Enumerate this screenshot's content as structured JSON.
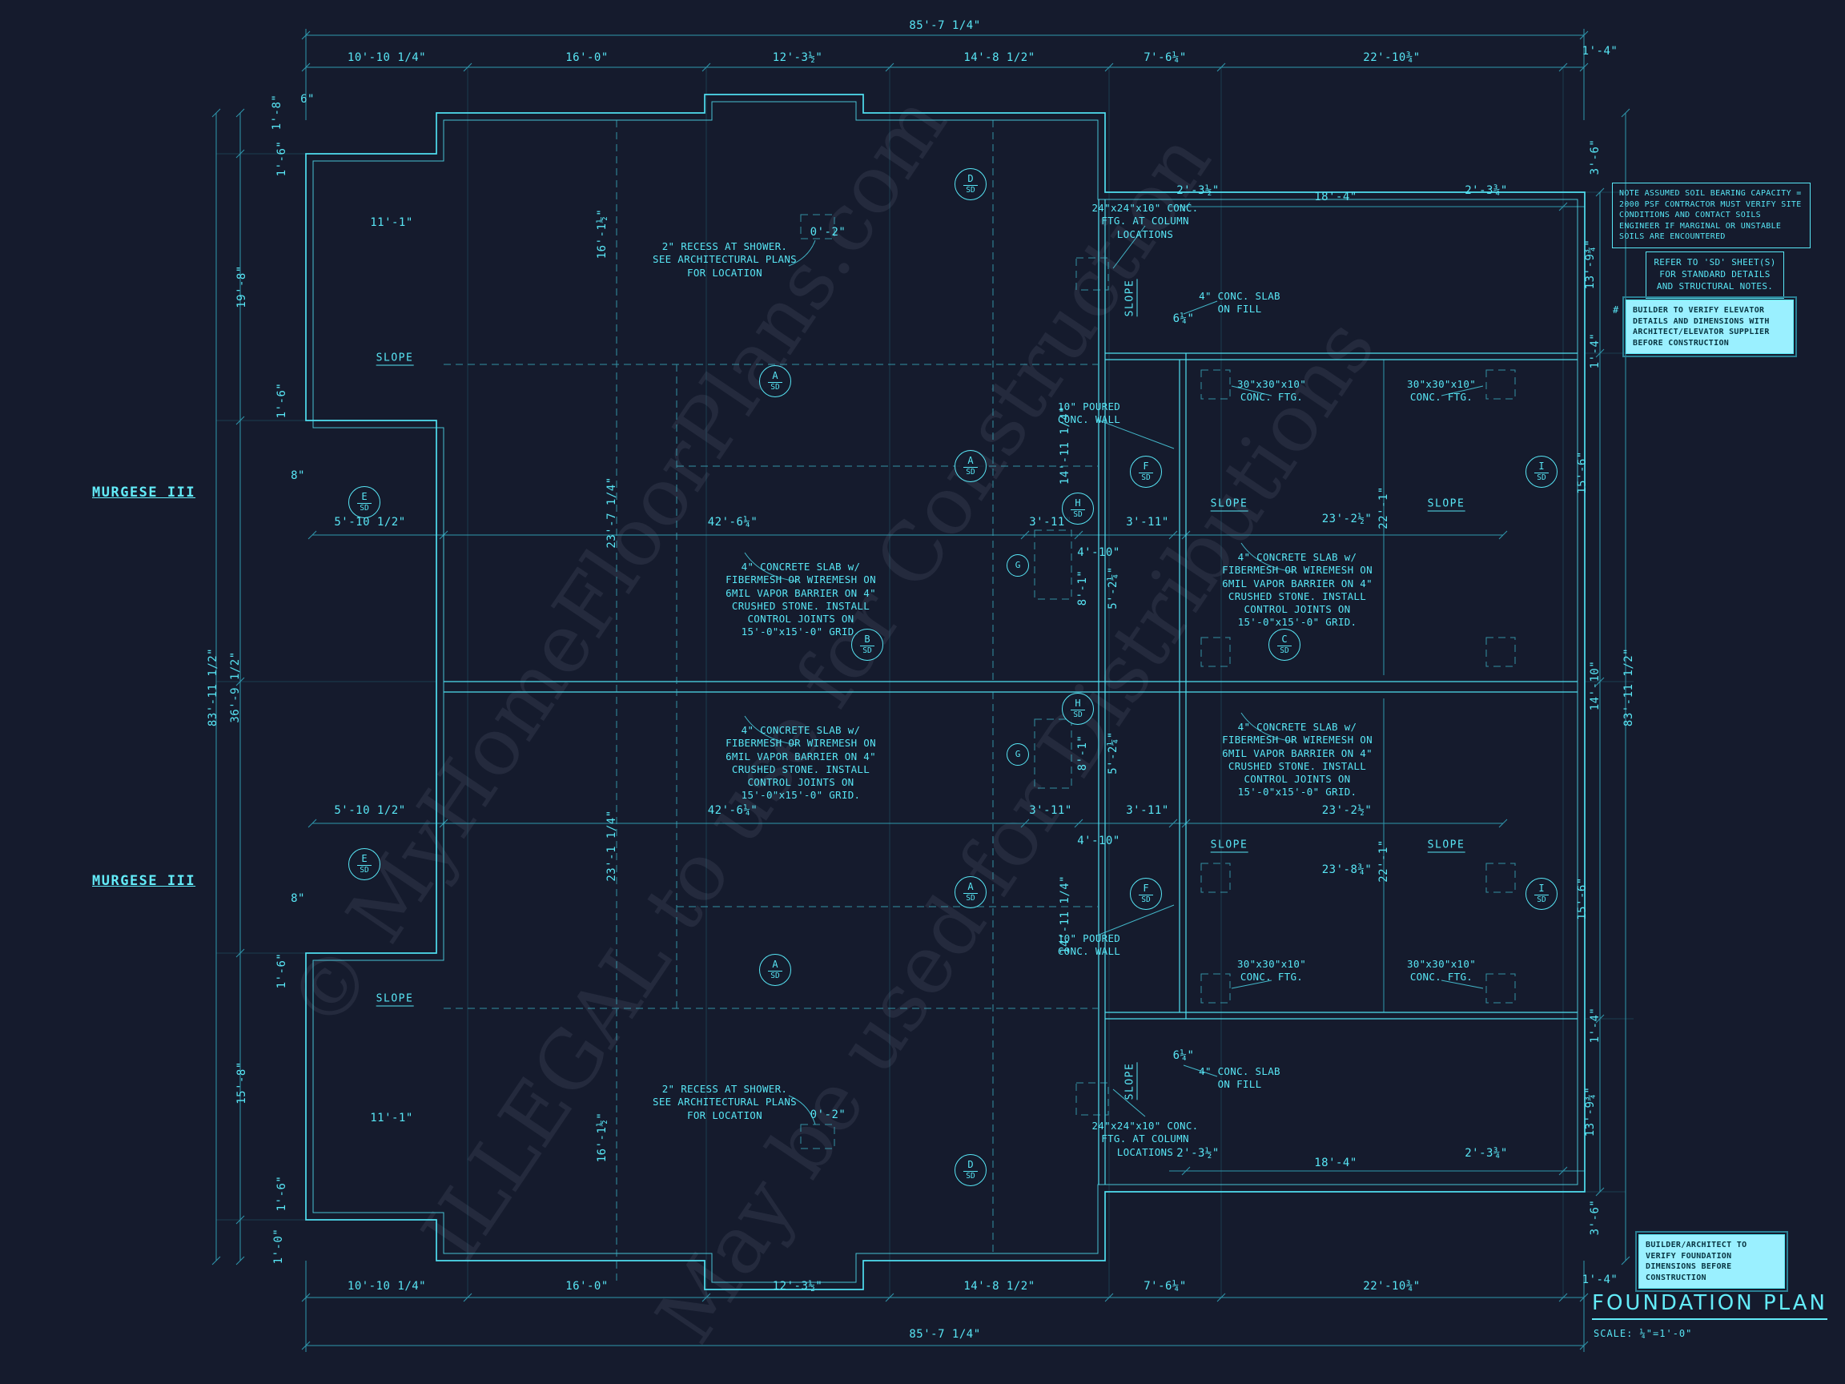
{
  "meta": {
    "bg_color": "#151b2d",
    "line_color": "#58e6f5",
    "dim_line_color": "#2f98ad",
    "highlight_color": "#9af0ff"
  },
  "title_block": {
    "title": "FOUNDATION PLAN",
    "scale": "SCALE: ¼\"=1'-0\""
  },
  "side": {
    "murgese": "MURGESE III"
  },
  "boxes": {
    "soil": "NOTE ASSUMED SOIL BEARING CAPACITY = 2000 PSF CONTRACTOR MUST VERIFY SITE CONDITIONS AND CONTACT SOILS ENGINEER IF MARGINAL OR UNSTABLE SOILS ARE ENCOUNTERED",
    "sd": "REFER TO 'SD' SHEET(S) FOR STANDARD DETAILS AND STRUCTURAL NOTES.",
    "elevator_marker": "#",
    "elevator": "BUILDER TO VERIFY ELEVATOR DETAILS AND DIMENSIONS WITH ARCHITECT/ELEVATOR SUPPLIER BEFORE CONSTRUCTION",
    "foundation": "BUILDER/ARCHITECT TO VERIFY FOUNDATION DIMENSIONS BEFORE CONSTRUCTION"
  },
  "watermark": {
    "line1": "© MyHomeFloorPlans.com",
    "line2": "ILLEGAL to use for Construction",
    "line3": "May be used for Distributions"
  },
  "notes": {
    "slab": "4\" CONCRETE SLAB w/ FIBERMESH OR WIREMESH ON 6MIL VAPOR BARRIER ON 4\" CRUSHED STONE. INSTALL CONTROL JOINTS ON 15'-0\"x15'-0\" GRID.",
    "recess": "2\" RECESS AT SHOWER. SEE ARCHITECTURAL PLANS FOR LOCATION",
    "column_ftg": "24\"x24\"x10\" CONC. FTG. AT COLUMN LOCATIONS",
    "slab_fill": "4\" CONC. SLAB ON FILL",
    "poured_wall": "10\" POURED CONC. WALL",
    "ftg30": "30\"x30\"x10\" CONC. FTG.",
    "slope": "SLOPE"
  },
  "callouts": {
    "a": "A",
    "b": "B",
    "c": "C",
    "d": "D",
    "e": "E",
    "f": "F",
    "g": "G",
    "h": "H",
    "i": "I",
    "sd": "SD"
  },
  "dims": {
    "overall_w": "85'-7 1/4\"",
    "overall_h": "83'-11 1/2\"",
    "seg1": "10'-10 1/4\"",
    "seg2": "16'-0\"",
    "seg3": "12'-3½\"",
    "seg4": "14'-8 1/2\"",
    "seg5": "7'-6¼\"",
    "seg6": "22'-10¾\"",
    "seg7": "1'-4\"",
    "d42": "42'-6¼\"",
    "d23_2": "23'-2½\"",
    "d23_8": "23'-8¾\"",
    "d3_11": "3'-11\"",
    "d4_10": "4'-10\"",
    "d18_4": "18'-4\"",
    "d2_3h": "2'-3½\"",
    "d2_3q": "2'-3¾\"",
    "d5_10": "5'-10 1/2\"",
    "d23_7": "23'-7 1/4\"",
    "d23_1": "23'-1 1/4\"",
    "d16_1": "16'-1½\"",
    "d14_11": "14'-11 1/4\"",
    "d22_1": "22'-1\"",
    "d36_9": "36'-9 1/2\"",
    "d19_8": "19'-8\"",
    "d15_8": "15'-8\"",
    "d11_1": "11'-1\"",
    "d1_8": "1'-8\"",
    "d1_6": "1'-6\"",
    "d1_0": "1'-0\"",
    "d1_4": "1'-4\"",
    "d6": "6\"",
    "d8": "8\"",
    "d3_6": "3'-6\"",
    "d13_9": "13'-9¾\"",
    "d15_6": "15'-6\"",
    "d14_10": "14'-10\"",
    "d8_1": "8'-1\"",
    "d5_2": "5'-2¼\"",
    "d6_4": "6¼\"",
    "d0_2": "0'-2\""
  }
}
